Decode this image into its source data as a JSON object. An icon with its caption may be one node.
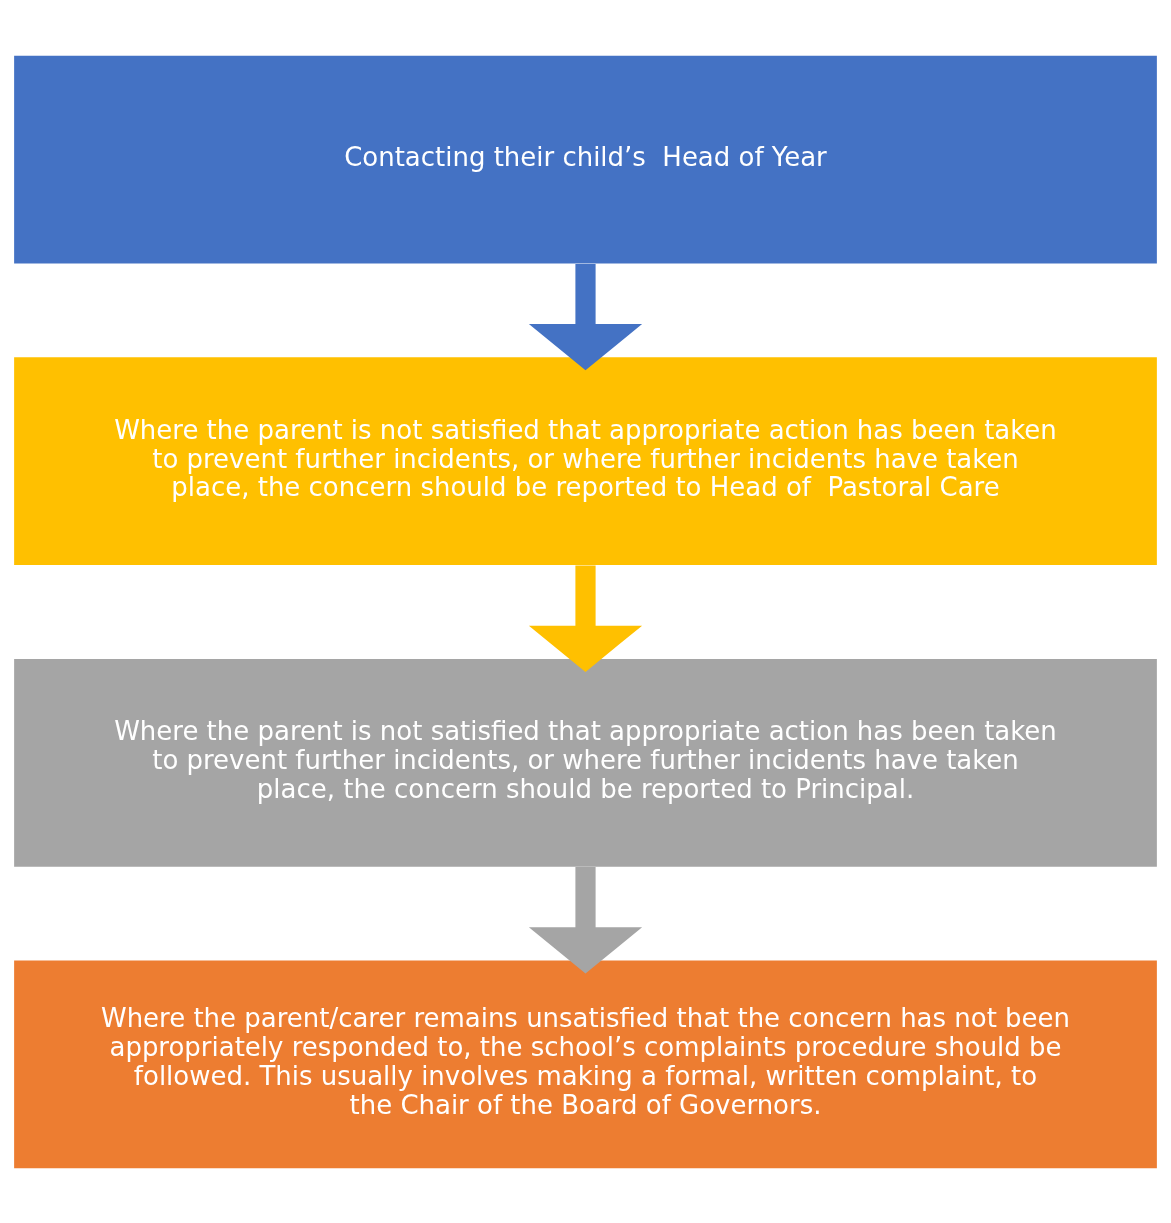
{
  "diagram": {
    "nodes": [
      {
        "text": [
          "Contacting their child’s  Head of Year"
        ]
      },
      {
        "text": [
          "Where the parent is not satisfied that appropriate action has been taken to prevent further incidents, or where further incidents have taken place, the concern should be reported to Head of  Pastoral Care"
        ]
      },
      {
        "text": [
          "Where the parent is not satisfied that appropriate action has been taken to prevent further incidents, or where further incidents have taken place, the concern should be reported to Principal."
        ]
      },
      {
        "text": [
          "Where the parent/carer remains unsatisfied that the concern has not been appropriately responded to, the school’s complaints procedure should be followed. This usually involves making a formal, written complaint, to the Chair of the Board of Governors."
        ]
      }
    ],
    "edges": [
      {
        "from": 0,
        "to": 1,
        "arrow": "to",
        "color": "#4472c4"
      },
      {
        "from": 1,
        "to": 2,
        "arrow": "to",
        "color": "#ffc000"
      },
      {
        "from": 2,
        "to": 3,
        "arrow": "to",
        "color": "#a5a5a5"
      }
    ]
  }
}
